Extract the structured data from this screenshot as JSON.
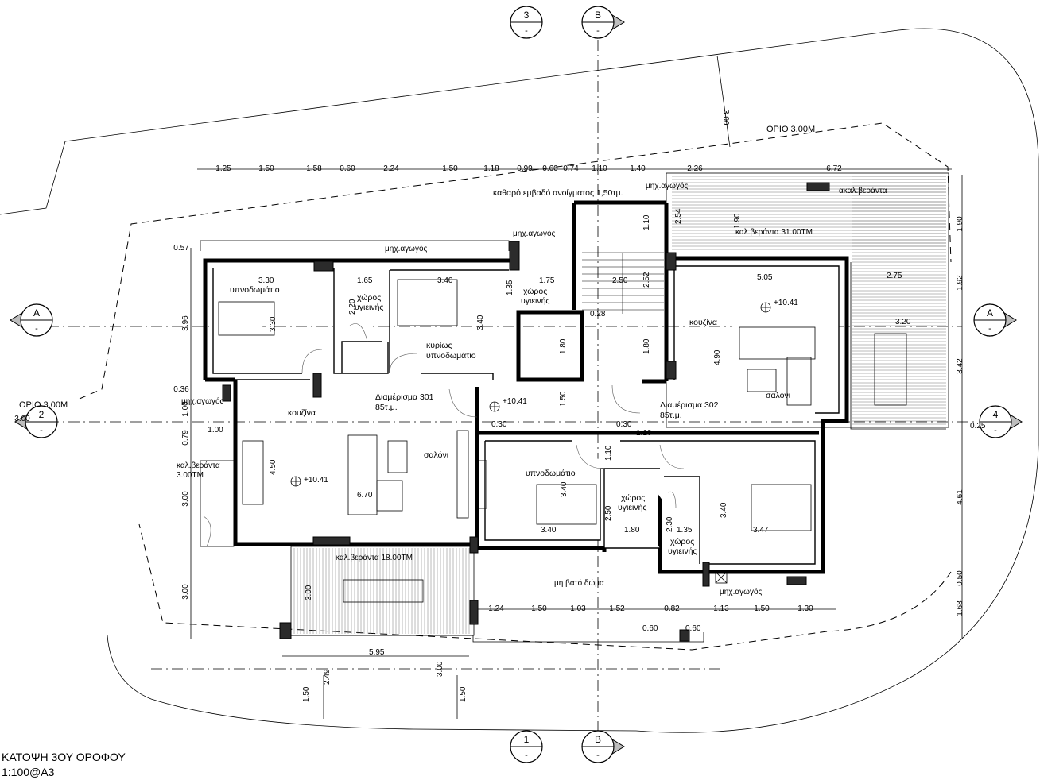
{
  "title": {
    "line1": "ΚΑΤΟΨΗ 3ΟΥ ΟΡΟΦΟΥ",
    "line2": "1:100@A3"
  },
  "section_markers": {
    "top_3": {
      "num": "3",
      "sub": "-"
    },
    "top_B": {
      "num": "B",
      "sub": "-"
    },
    "left_A": {
      "num": "A",
      "sub": "-"
    },
    "right_A": {
      "num": "A",
      "sub": "-"
    },
    "left_2": {
      "num": "2",
      "sub": "-"
    },
    "right_4": {
      "num": "4",
      "sub": "-"
    },
    "bottom_1": {
      "num": "1",
      "sub": "-"
    },
    "bottom_B": {
      "num": "B",
      "sub": "-"
    }
  },
  "labels": {
    "orio_top": "ΟΡΙΟ 3,00Μ",
    "orio_left": "ΟΡΙΟ 3,00Μ",
    "opening_note": "καθαρό εμβαδό ανοίγματος 1,50τμ.",
    "duct_top_right": "μηχ.αγωγός",
    "duct_center": "μηχ.αγωγός",
    "duct_left_top": "μηχ.αγωγός",
    "duct_left": "μηχ.αγωγός",
    "duct_bottom_right": "μηχ.αγωγός",
    "uncovered_veranda_top": "ακαλ.βεράντα",
    "veranda_top": "καλ.βεράντα 31.00ΤΜ",
    "veranda_left": "καλ.βεράντα",
    "veranda_left_area": "3.00ΤΜ",
    "veranda_bottom": "καλ.βεράντα 18.00ΤΜ",
    "roof": "μη βατό δώμα"
  },
  "rooms": {
    "bedroom_301a": "υπνοδωμάτιο",
    "wc_301a_1": "χώρος",
    "wc_301a_2": "υγιεινής",
    "master_1": "κυρίως",
    "master_2": "υπνοδωμάτιο",
    "wc_core_1": "χώρος",
    "wc_core_2": "υγιεινής",
    "kitchen_301": "κουζίνα",
    "living_301": "σαλόνι",
    "apt_301": "Διαμέρισμα 301",
    "apt_301_area": "85τ.μ.",
    "kitchen_302": "κουζίνα",
    "living_302": "σαλόνι",
    "apt_302": "Διαμέρισμα 302",
    "apt_302_area": "85τ.μ.",
    "bedroom_302a": "υπνοδωμάτιο",
    "wc_302a_1": "χώρος",
    "wc_302a_2": "υγιεινής",
    "wc_302b_1": "χώρος",
    "wc_302b_2": "υγιεινής"
  },
  "levels": {
    "lvl_302": "+10.41",
    "lvl_core": "+10.41",
    "lvl_301": "+10.41"
  },
  "dimensions_top": [
    "1.25",
    "1.50",
    "1.58",
    "0.60",
    "2.24",
    "1.50",
    "1.18",
    "0.99",
    "0.60",
    "0.74",
    "1.10",
    "1.40",
    "2.26",
    "6.72"
  ],
  "dimensions_bottom": [
    "1.24",
    "1.50",
    "1.03",
    "1.52",
    "0.82",
    "1.13",
    "1.50",
    "1.30"
  ],
  "dimensions_right": [
    "1.90",
    "1.92",
    "3.42",
    "4.61",
    "0.50",
    "1.68"
  ],
  "dimensions_left": [
    "0.57",
    "3.96",
    "0.36",
    "1.00",
    "0.79",
    "3.00",
    "3.00",
    "1.00",
    "3.00"
  ],
  "dimensions_misc": {
    "d_300_diag": "3.00",
    "d_330": "3.30",
    "d_330v": "3.30",
    "d_165": "1.65",
    "d_220": "2.20",
    "d_340": "3.40",
    "d_135": "1.35",
    "d_340v": "3.40",
    "d_175": "1.75",
    "d_110": "1.10",
    "d_254": "2.54",
    "d_190": "1.90",
    "d_250": "2.50",
    "d_252": "2.52",
    "d_028": "0.28",
    "d_180a": "1.80",
    "d_180b": "1.80",
    "d_505": "5.05",
    "d_275": "2.75",
    "d_320": "3.20",
    "d_490": "4.90",
    "d_150": "1.50",
    "d_030a": "0.30",
    "d_030b": "0.30",
    "d_110b": "1.10",
    "d_025": "0.25",
    "d_450": "4.50",
    "d_670": "6.70",
    "d_110c": "1.10",
    "d_340c": "3.40",
    "d_340d": "3.40",
    "d_250b": "2.50",
    "d_180c": "1.80",
    "d_230": "2.30",
    "d_135b": "1.35",
    "d_340e": "3.40",
    "d_347": "3.47",
    "d_300v": "3.00",
    "d_060a": "0.60",
    "d_060b": "0.60",
    "d_595": "5.95",
    "d_300b": "3.00",
    "d_150a": "1.50",
    "d_249": "2.49",
    "d_150b": "1.50"
  }
}
